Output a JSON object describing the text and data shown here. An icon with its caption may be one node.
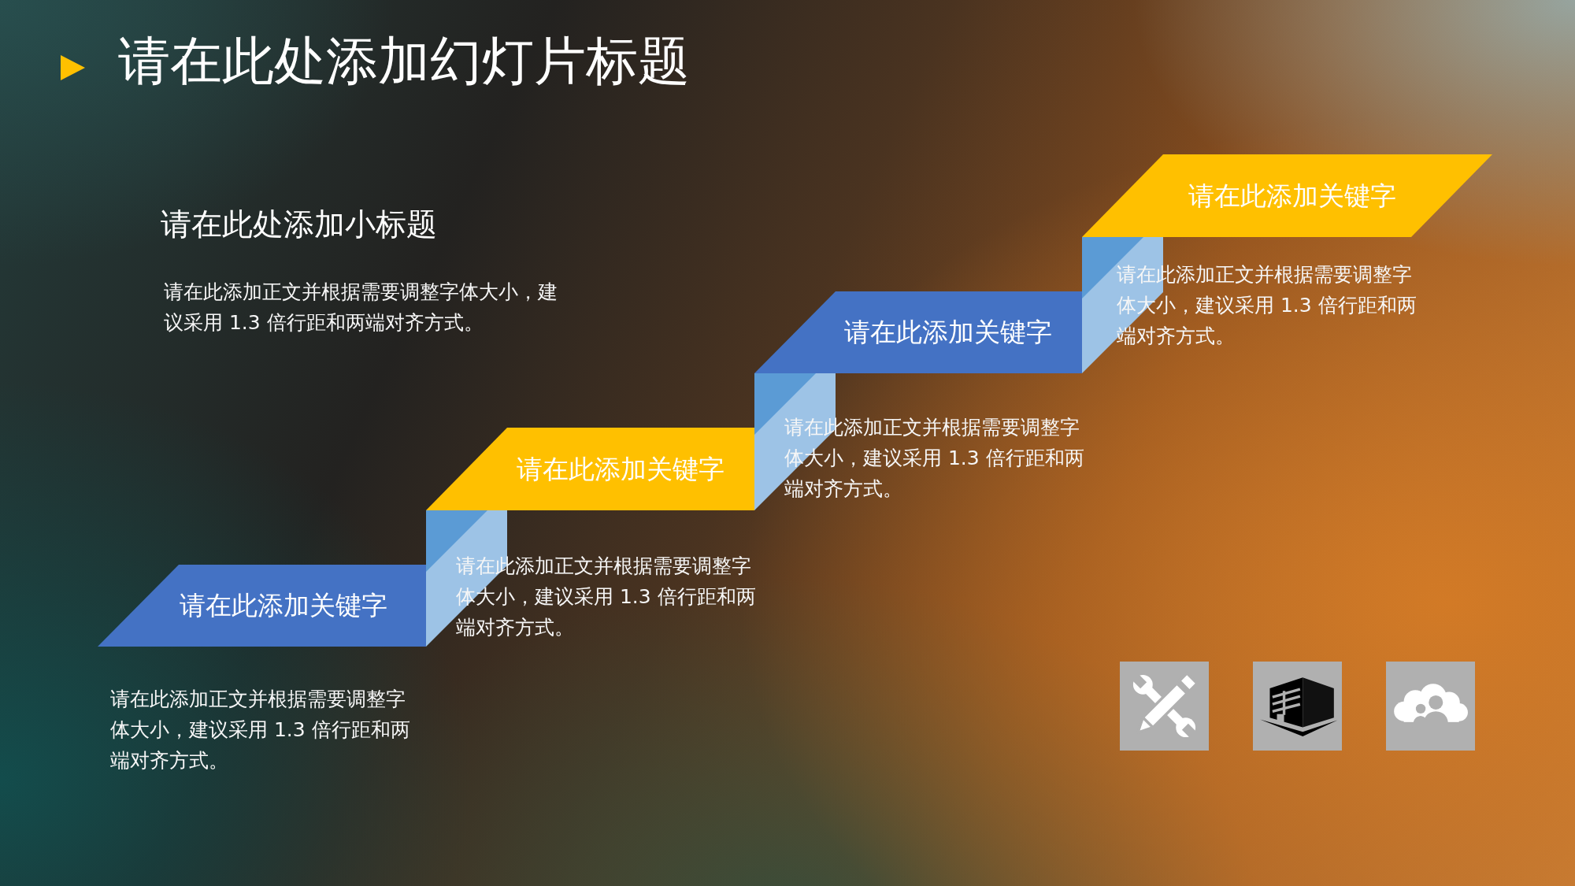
{
  "diagram": {
    "title": "请在此处添加幻灯片标题",
    "nodes": [
      {
        "text": [
          "请在此添加关键字"
        ],
        "beside": [
          "请在此添加正文并根据需要调整字体大小，建议采用 1.3 倍行距和两端对齐方式。"
        ]
      },
      {
        "text": [
          "请在此添加关键字"
        ],
        "beside": [
          "请在此添加正文并根据需要调整字体大小，建议采用 1.3 倍行距和两端对齐方式。"
        ]
      },
      {
        "text": [
          "请在此添加关键字"
        ],
        "beside": [
          "请在此添加正文并根据需要调整字体大小，建议采用 1.3 倍行距和两端对齐方式。"
        ]
      },
      {
        "text": [
          "请在此添加关键字"
        ],
        "beside": [
          "请在此添加正文并根据需要调整字体大小，建议采用 1.3 倍行距和两端对齐方式。"
        ]
      }
    ],
    "labels": [
      "请在此处添加小标题",
      "请在此添加正文并根据需要调整字体大小，建议采用 1.3 倍行距和两端对齐方式。"
    ]
  }
}
